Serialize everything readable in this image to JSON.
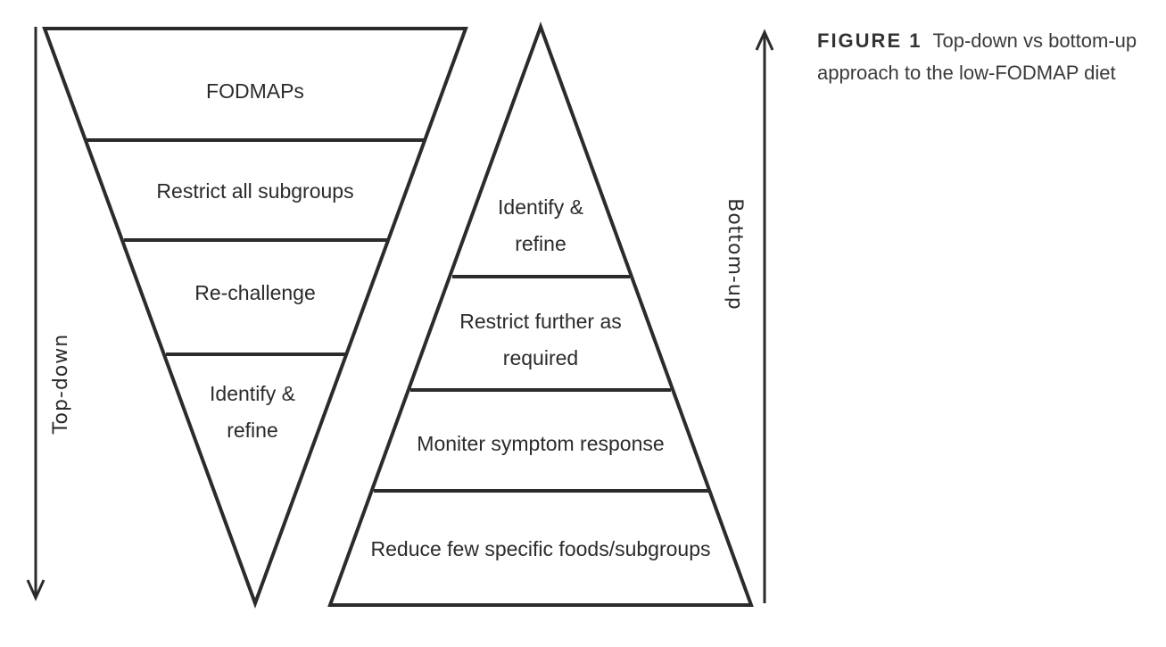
{
  "caption": {
    "label": "FIGURE 1",
    "text_line1": "Top-down vs bottom-up",
    "text_line2": "approach to the low-FODMAP diet"
  },
  "top_down": {
    "axis_label": "Top-down",
    "levels": [
      {
        "lines": [
          "FODMAPs"
        ]
      },
      {
        "lines": [
          "Restrict all subgroups"
        ]
      },
      {
        "lines": [
          "Re-challenge"
        ]
      },
      {
        "lines": [
          "Identify &",
          "refine"
        ]
      }
    ]
  },
  "bottom_up": {
    "axis_label": "Bottom-up",
    "levels": [
      {
        "lines": [
          "Identify &",
          "refine"
        ]
      },
      {
        "lines": [
          "Restrict further as",
          "required"
        ]
      },
      {
        "lines": [
          "Moniter symptom response"
        ]
      },
      {
        "lines": [
          "Reduce few specific foods/subgroups"
        ]
      }
    ]
  },
  "colors": {
    "stroke": "#2b2b2b",
    "text": "#2b2b2b"
  }
}
